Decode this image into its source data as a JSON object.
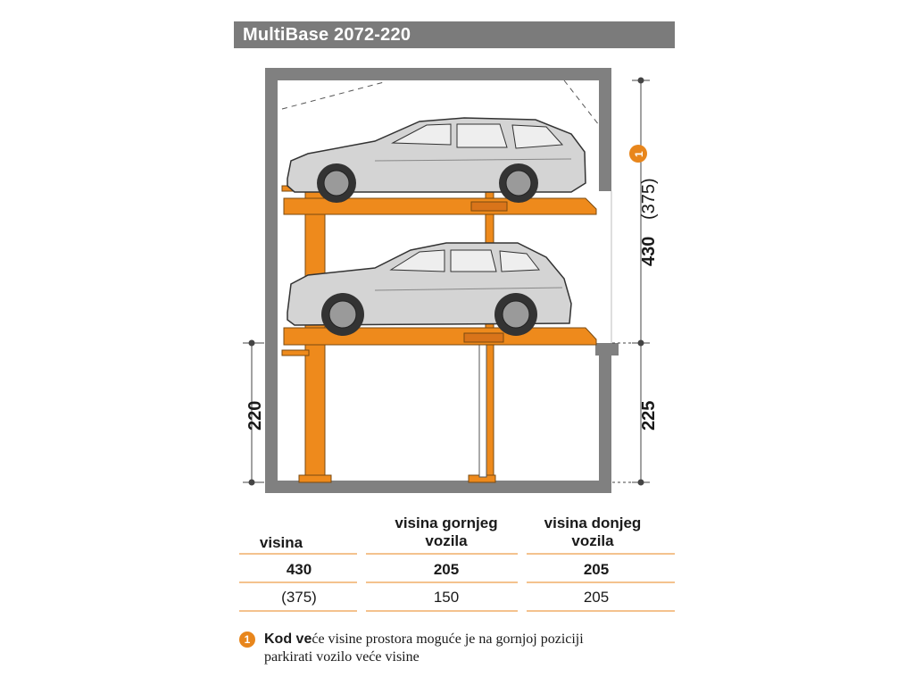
{
  "title": "MultiBase 2072-220",
  "dimensions": {
    "total_height_label": "430",
    "total_height_alt_label": "(375)",
    "lower_height_left": "220",
    "lower_height_right": "225",
    "note_marker": "1"
  },
  "table": {
    "headers": [
      "visina",
      "visina gornjeg vozila",
      "visina donjeg vozila"
    ],
    "rows": [
      [
        "430",
        "205",
        "205"
      ],
      [
        "(375)",
        "150",
        "205"
      ]
    ]
  },
  "note": {
    "marker": "1",
    "bold": "Kod ve",
    "text": "će visine prostora moguće je na gornjoj poziciji",
    "text2": "parkirati vozilo veće visine"
  },
  "colors": {
    "platform": "#ee8a1c",
    "wall": "#7a7a7a",
    "title_bg": "#7b7b7b",
    "car_body": "#d4d4d4"
  }
}
